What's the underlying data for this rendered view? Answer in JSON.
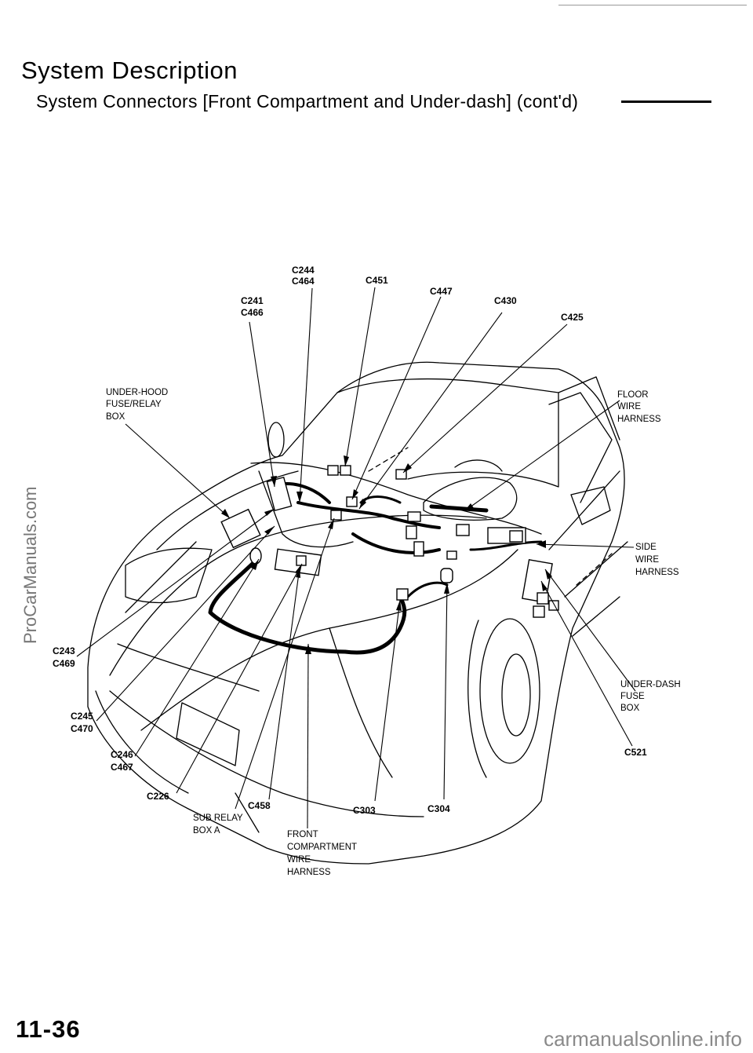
{
  "header": {
    "title": "System  Description",
    "subtitle": "System  Connectors  [Front  Compartment  and  Under-dash]  (cont'd)"
  },
  "connectors": {
    "c244": "C244",
    "c464": "C464",
    "c451": "C451",
    "c241": "C241",
    "c466": "C466",
    "c447": "C447",
    "c430": "C430",
    "c425": "C425",
    "c243": "C243",
    "c469": "C469",
    "c245": "C245",
    "c470": "C470",
    "c246": "C246",
    "c467": "C467",
    "c226": "C226",
    "c458": "C458",
    "c303": "C303",
    "c304": "C304",
    "c521": "C521"
  },
  "labels": {
    "under_hood": [
      "UNDER-HOOD",
      "FUSE/RELAY",
      "BOX"
    ],
    "floor": [
      "FLOOR",
      "WIRE",
      "HARNESS"
    ],
    "side": [
      "SIDE",
      "WIRE",
      "HARNESS"
    ],
    "under_dash": [
      "UNDER-DASH",
      "FUSE",
      "BOX"
    ],
    "sub_relay": [
      "SUB  RELAY",
      "BOX A"
    ],
    "front_comp": [
      "FRONT",
      "COMPARTMENT",
      "WIRE",
      "HARNESS"
    ]
  },
  "page_number": "11-36",
  "watermarks": {
    "side": "ProCarManuals.com",
    "bottom": "carmanualsonline.info"
  }
}
